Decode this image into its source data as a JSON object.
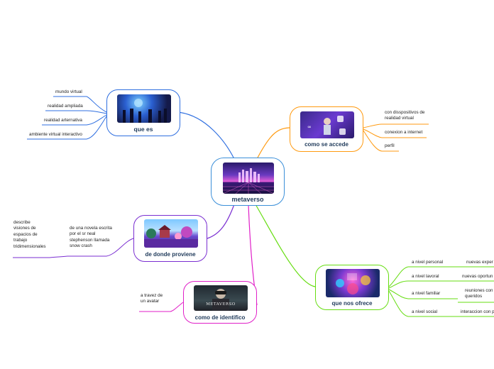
{
  "center": {
    "label": "metaverso"
  },
  "branches": {
    "que_es": {
      "label": "que es",
      "color": "#2f6fe0",
      "children": [
        "mundo virtual",
        "realidad ampliada",
        "realidad arternativa",
        "ambiente virtual interactivo"
      ]
    },
    "como_se_accede": {
      "label": "como se accede",
      "color": "#ff9a10",
      "children": [
        "con disspositivos de realidad virtual",
        "conexion a internet",
        "perfil"
      ]
    },
    "de_donde_proviene": {
      "label": "de donde proviene",
      "color": "#7a2ed1",
      "children": [
        "de una novela escrita por el sr neal stephenson llamada snow crash"
      ],
      "grandchildren": [
        "describe visiones de espacios de trabajo tridimensionales"
      ]
    },
    "como_de_identifico": {
      "label": "como de identifico",
      "color": "#e01fc8",
      "children": [
        "a travez de un avatar"
      ],
      "image_text": "METAVERSO"
    },
    "que_nos_ofrece": {
      "label": "que nos ofrece",
      "color": "#66dd11",
      "children": [
        "a nivel personal",
        "a nivel lavoral",
        "a nivel familiar",
        "a nivel social"
      ],
      "grandchildren": [
        "nuevas exper",
        "nuevas oportun",
        "reuniones con queridos",
        "interaccion con p"
      ]
    }
  }
}
